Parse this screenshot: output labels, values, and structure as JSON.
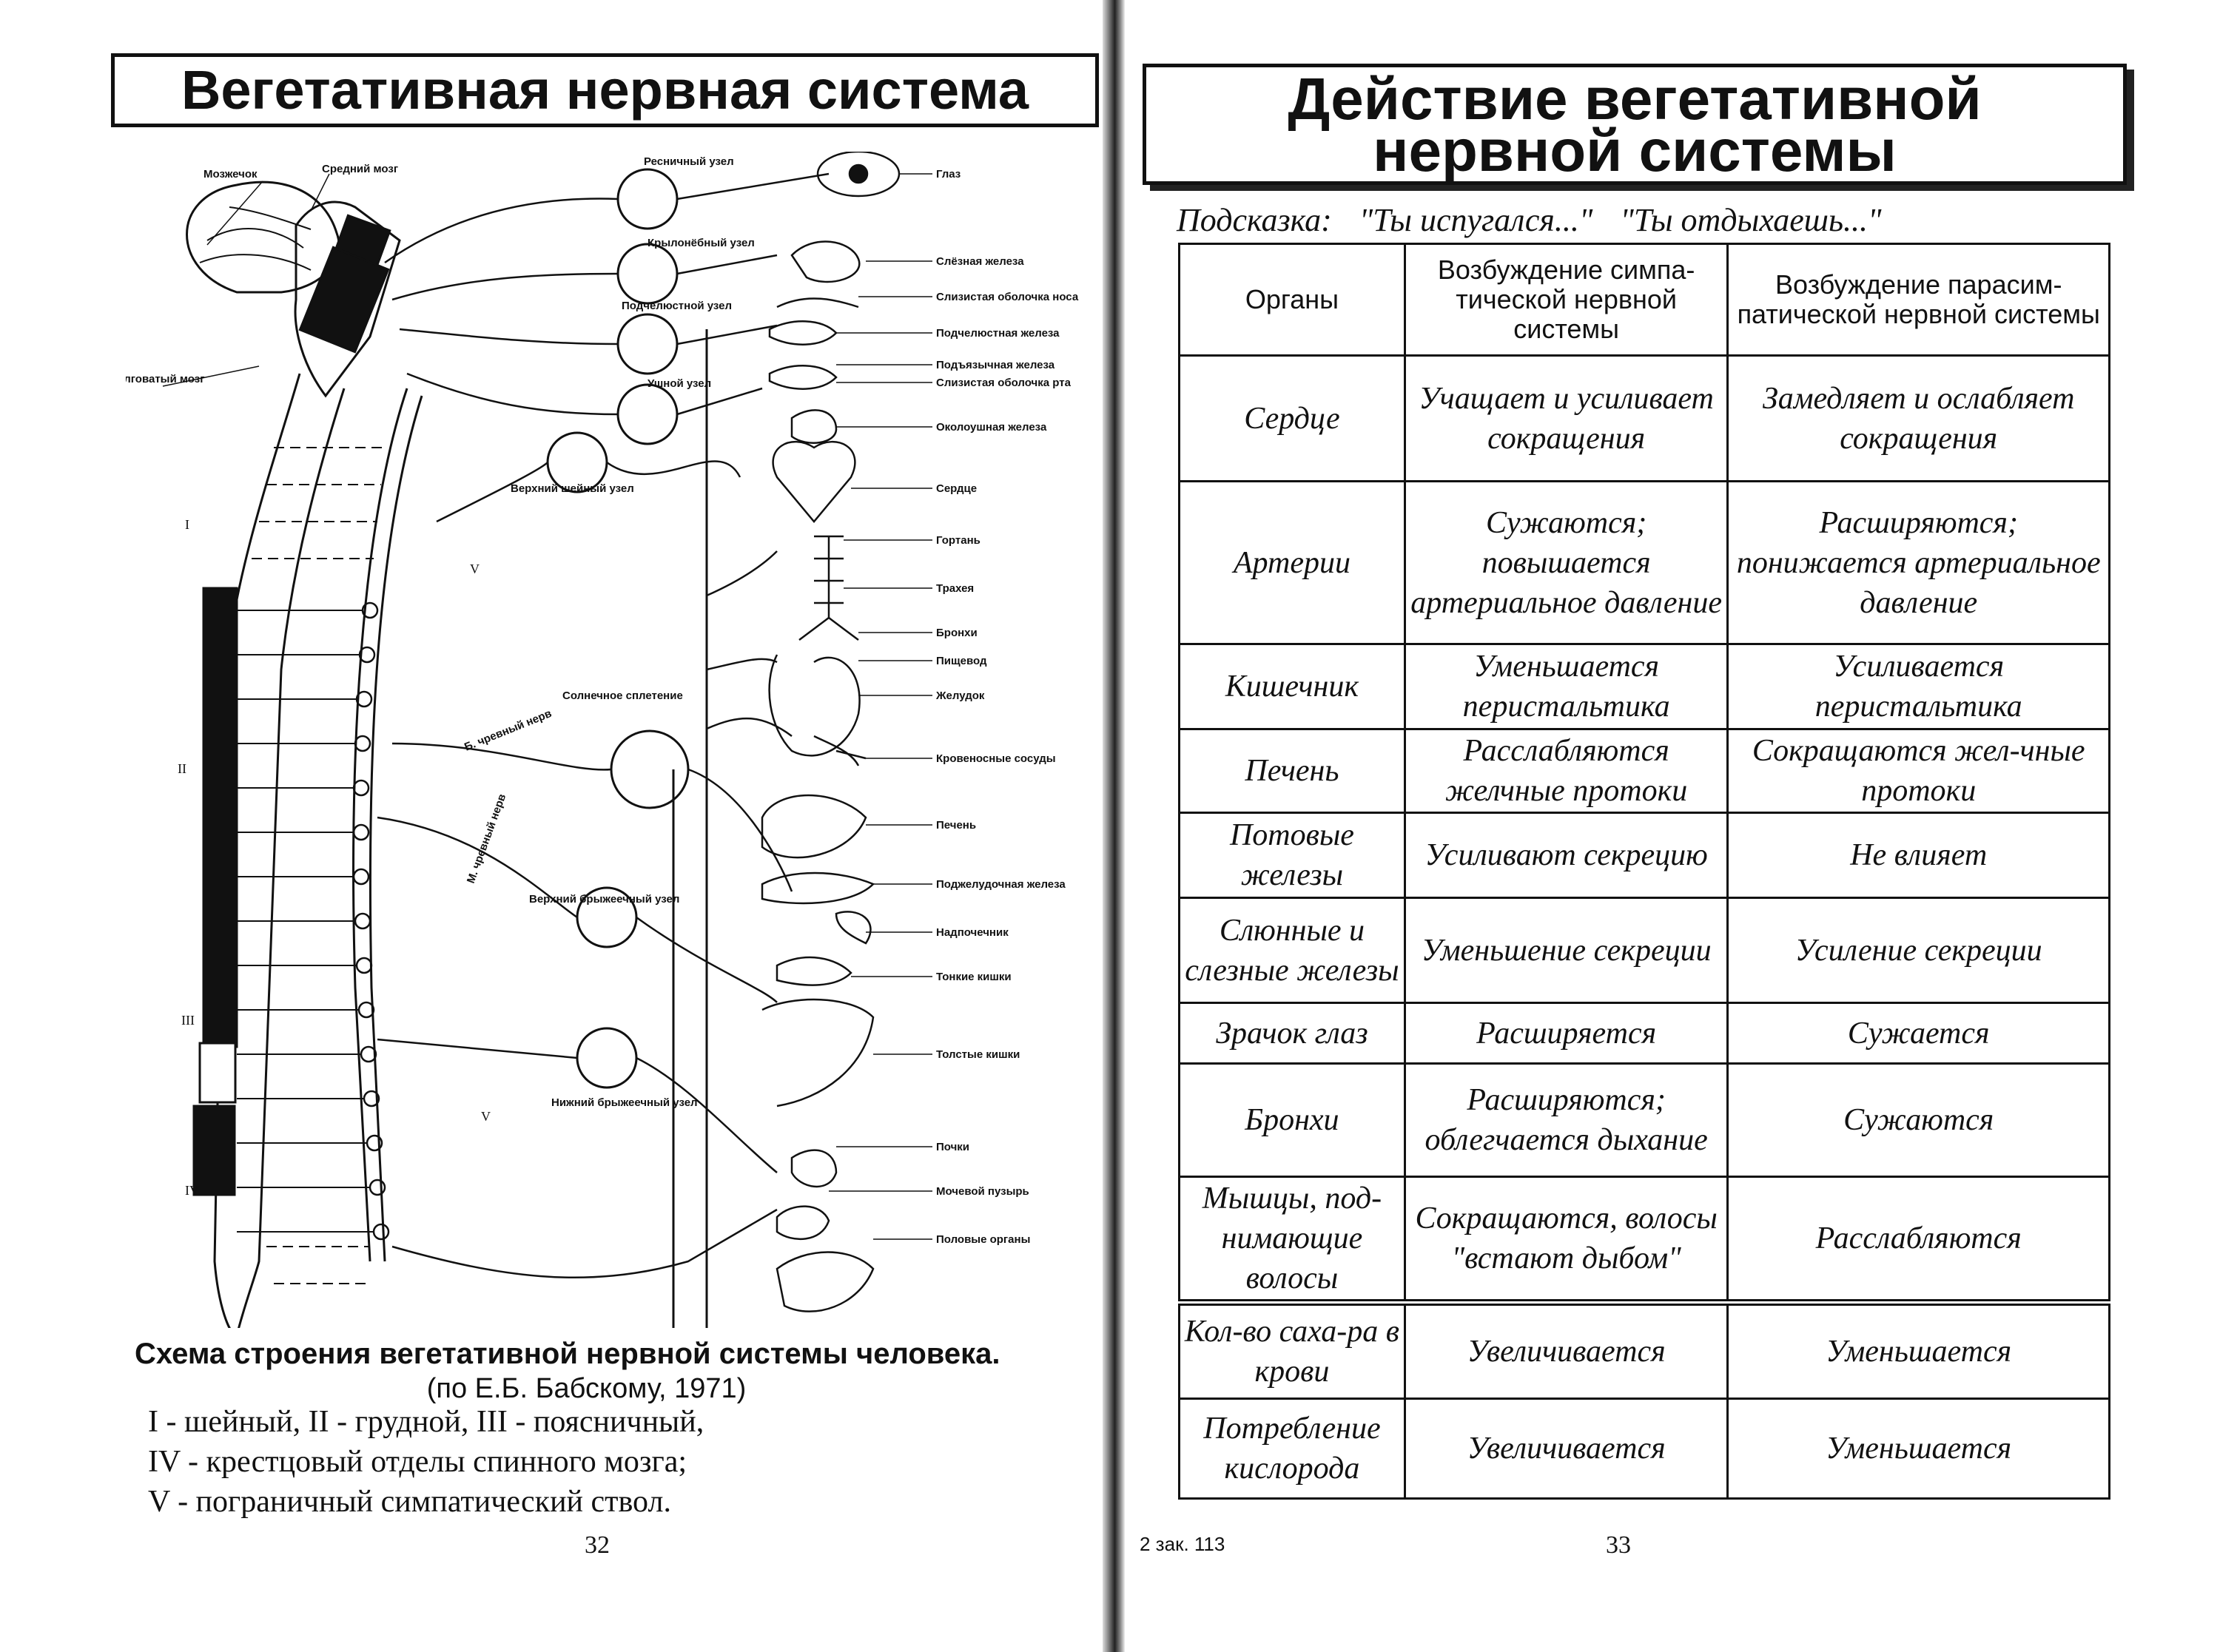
{
  "left_page": {
    "title": "Вегетативная нервная система",
    "diagram_labels": {
      "cerebellum": "Мозжечок",
      "midbrain": "Средний мозг",
      "medulla": "Продолговатый мозг",
      "ciliary_ganglion": "Ресничный узел",
      "pterygopalatine_ganglion": "Крылонёбный узел",
      "submandibular_ganglion": "Подчелюстной узел",
      "otic_ganglion": "Ушной узел",
      "superior_cervical_ganglion": "Верхний шейный узел",
      "celiac_plexus": "Солнечное сплетение",
      "greater_splanchnic": "Б. чревный нерв",
      "lesser_splanchnic": "М. чревный нерв",
      "superior_mesenteric": "Верхний брыжеечный узел",
      "inferior_mesenteric": "Нижний брыжеечный узел",
      "trunk_marker_top": "V",
      "trunk_marker_bottom": "V",
      "section_i": "I",
      "section_ii": "II",
      "section_iii": "III",
      "section_iv": "IV",
      "organs": [
        "Глаз",
        "Слёзная железа",
        "Слизистая оболочка носа",
        "Подчелюстная железа",
        "Подъязычная железа",
        "Слизистая оболочка рта",
        "Околоушная железа",
        "Сердце",
        "Гортань",
        "Трахея",
        "Бронхи",
        "Пищевод",
        "Желудок",
        "Кровеносные сосуды",
        "Печень",
        "Поджелудочная железа",
        "Надпочечник",
        "Тонкие кишки",
        "Толстые кишки",
        "Почки",
        "Мочевой пузырь",
        "Половые органы"
      ]
    },
    "caption_title": "Схема строения вегетативной нервной системы человека.",
    "caption_source": "(по Е.Б. Бабскому, 1971)",
    "legend": [
      "I - шейный, II - грудной, III - поясничный,",
      "IV - крестцовый  отделы спинного мозга;",
      "V - пограничный симпатический ствол."
    ],
    "page_number": "32"
  },
  "right_page": {
    "title_line1": "Действие вегетативной",
    "title_line2": "нервной системы",
    "hint": {
      "label": "Подсказка:",
      "sympathetic": "\"Ты испугался...\"",
      "parasympathetic": "\"Ты отдыхаешь...\""
    },
    "table": {
      "headers": [
        "Органы",
        "Возбуждение симпа-тической нервной системы",
        "Возбуждение парасим-патической нервной системы"
      ],
      "rows": [
        {
          "organ": "Сердце",
          "sympathetic": "Учащает и усиливает сокращения",
          "parasympathetic": "Замедляет и ослабляет сокращения"
        },
        {
          "organ": "Артерии",
          "sympathetic": "Сужаются; повышается артериальное давление",
          "parasympathetic": "Расширяются; понижается артериальное давление"
        },
        {
          "organ": "Кишечник",
          "sympathetic": "Уменьшается перистальтика",
          "parasympathetic": "Усиливается перистальтика"
        },
        {
          "organ": "Печень",
          "sympathetic": "Расслабляются желчные протоки",
          "parasympathetic": "Сокращаются жел-чные протоки"
        },
        {
          "organ": "Потовые железы",
          "sympathetic": "Усиливают секрецию",
          "parasympathetic": "Не влияет"
        },
        {
          "organ": "Слюнные и слезные железы",
          "sympathetic": "Уменьшение секреции",
          "parasympathetic": "Усиление секреции"
        },
        {
          "organ": "Зрачок глаз",
          "sympathetic": "Расширяется",
          "parasympathetic": "Сужается"
        },
        {
          "organ": "Бронхи",
          "sympathetic": "Расширяются; облегчается дыхание",
          "parasympathetic": "Сужаются"
        },
        {
          "organ": "Мышцы, под-нимающие волосы",
          "sympathetic": "Сокращаются, волосы \"встают дыбом\"",
          "parasympathetic": "Расслабляются"
        },
        {
          "organ": "Кол-во саха-ра в крови",
          "sympathetic": "Увеличивается",
          "parasympathetic": "Уменьшается"
        },
        {
          "organ": "Потребление кислорода",
          "sympathetic": "Увеличивается",
          "parasympathetic": "Уменьшается"
        }
      ]
    },
    "order_ref": "2 зак. 113",
    "page_number": "33"
  }
}
